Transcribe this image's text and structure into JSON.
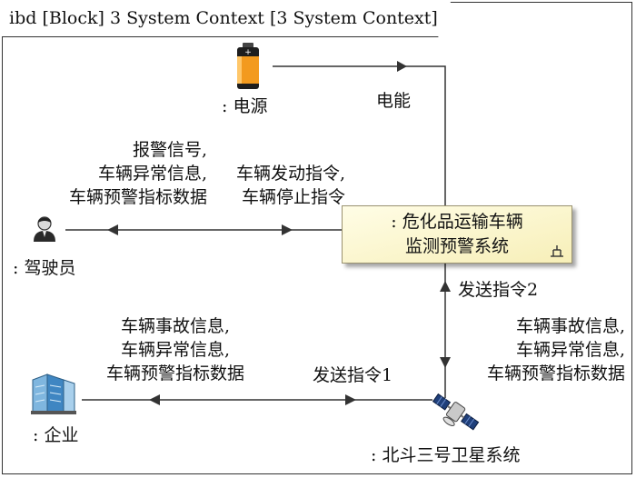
{
  "frame": {
    "title": "ibd [Block] 3 System Context [3 System Context]"
  },
  "block": {
    "name_lines": [
      ": 危化品运输车辆",
      "监测预警系统"
    ]
  },
  "actors": {
    "power": ": 电源",
    "driver": ": 驾驶员",
    "enterprise": ": 企业",
    "satellite": ": 北斗三号卫星系统"
  },
  "flows": {
    "power_to_block": "电能",
    "block_to_driver": [
      "报警信号,",
      "车辆异常信息,",
      "车辆预警指标数据"
    ],
    "driver_to_block": [
      "车辆发动指令,",
      "车辆停止指令"
    ],
    "satellite_to_block": "发送指令2",
    "block_to_satellite": [
      "车辆事故信息,",
      "车辆异常信息,",
      "车辆预警指标数据"
    ],
    "satellite_to_enterprise": [
      "车辆事故信息,",
      "车辆异常信息,",
      "车辆预警指标数据"
    ],
    "enterprise_to_satellite": "发送指令1"
  }
}
